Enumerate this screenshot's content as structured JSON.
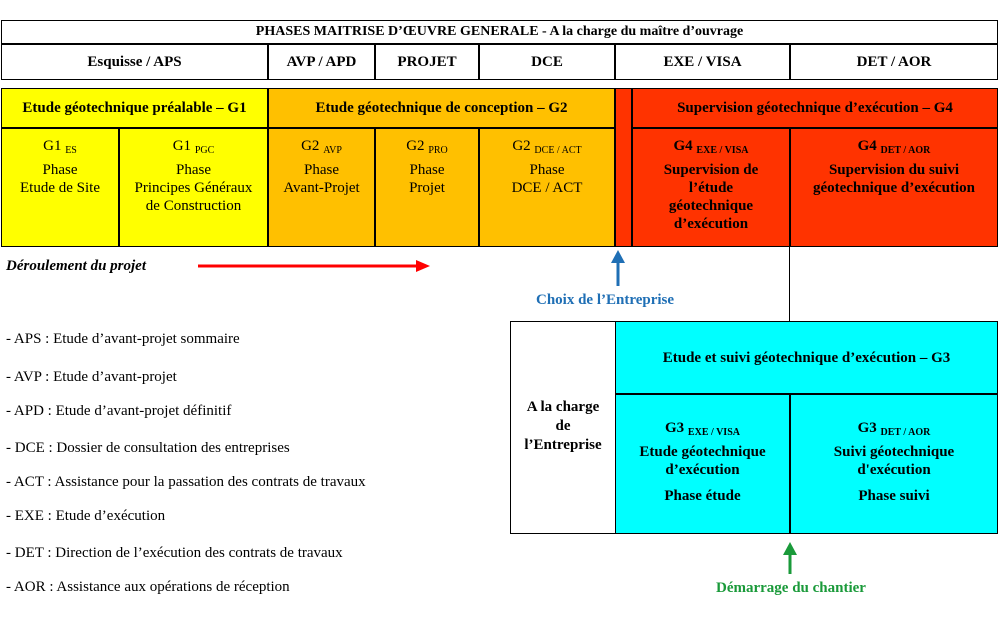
{
  "header": {
    "title": "PHASES MAITRISE D’ŒUVRE GENERALE - A la charge du maître d’ouvrage",
    "phases": [
      "Esquisse / APS",
      "AVP / APD",
      "PROJET",
      "DCE",
      "EXE / VISA",
      "DET / AOR"
    ]
  },
  "missions": {
    "g1": "Etude géotechnique préalable – G1",
    "g2": "Etude géotechnique de conception – G2",
    "g4": "Supervision géotechnique d’exécution – G4"
  },
  "cells": {
    "g1_es": {
      "code": "G1",
      "sub": "ES",
      "l1": "Phase",
      "l2": "Etude de Site"
    },
    "g1_pgc": {
      "code": "G1",
      "sub": "PGC",
      "l1": "Phase",
      "l2": "Principes Généraux",
      "l3": "de Construction"
    },
    "g2_avp": {
      "code": "G2",
      "sub": "AVP",
      "l1": "Phase",
      "l2": "Avant-Projet"
    },
    "g2_pro": {
      "code": "G2",
      "sub": "PRO",
      "l1": "Phase",
      "l2": "Projet"
    },
    "g2_dce": {
      "code": "G2",
      "sub": "DCE / ACT",
      "l1": "Phase",
      "l2": "DCE / ACT"
    },
    "g4_exe": {
      "code": "G4",
      "sub": "EXE / VISA",
      "l1": "Supervision de",
      "l2": "l’étude",
      "l3": "géotechnique",
      "l4": "d’exécution"
    },
    "g4_det": {
      "code": "G4",
      "sub": "DET / AOR",
      "l1": "Supervision du suivi",
      "l2": "géotechnique d’exécution"
    }
  },
  "flow_label": "Déroulement du projet",
  "choix_label": "Choix de l’Entreprise",
  "demarrage_label": "Démarrage du chantier",
  "entreprise": {
    "side_l1": "A la charge",
    "side_l2": "de",
    "side_l3": "l’Entreprise",
    "g3_title": "Etude et suivi géotechnique d’exécution – G3",
    "g3_exe": {
      "code": "G3",
      "sub": "EXE / VISA",
      "l1": "Etude géotechnique",
      "l2": "d’exécution",
      "l3": "Phase étude"
    },
    "g3_det": {
      "code": "G3",
      "sub": "DET / AOR",
      "l1": "Suivi géotechnique",
      "l2": "d'exécution",
      "l3": "Phase suivi"
    }
  },
  "legend": [
    "- APS : Etude d’avant-projet sommaire",
    "- AVP : Etude d’avant-projet",
    "- APD : Etude d’avant-projet définitif",
    "- DCE : Dossier de consultation des entreprises",
    "- ACT : Assistance pour la passation des contrats de travaux",
    "- EXE : Etude d’exécution",
    "- DET : Direction de l’exécution des contrats de travaux",
    "- AOR : Assistance aux opérations de réception"
  ],
  "colors": {
    "g1": "#ffff00",
    "g2": "#ffc000",
    "g4": "#ff3300",
    "g3": "#00ffff",
    "flow_arrow": "#ff0000",
    "choix": "#1f6fb5",
    "demarrage": "#1a9a3a"
  }
}
